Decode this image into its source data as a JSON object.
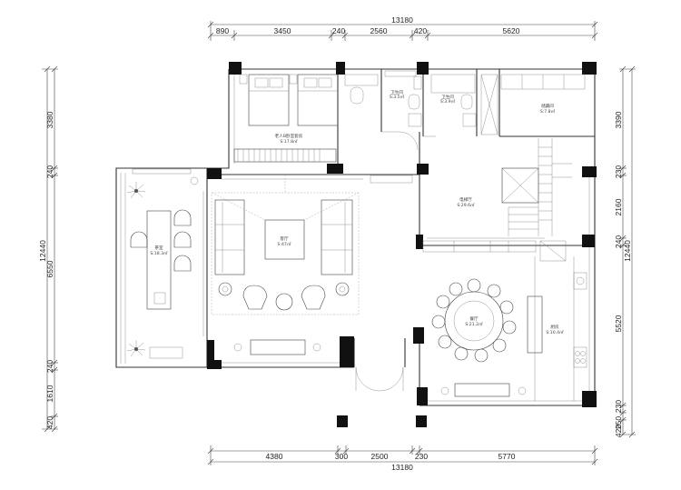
{
  "dimensions": {
    "top_total": "13180",
    "top": [
      "890",
      "3450",
      "240",
      "2560",
      "420",
      "5620"
    ],
    "bottom_total": "13180",
    "bottom": [
      "4380",
      "300",
      "2500",
      "230",
      "5770"
    ],
    "left_total": "12440",
    "left": [
      "3380",
      "240",
      "6550",
      "240",
      "1610",
      "420"
    ],
    "right_total": "12440",
    "right": [
      "3390",
      "230",
      "2160",
      "240",
      "5520",
      "230",
      "250",
      "420"
    ]
  },
  "rooms": {
    "elder_bedroom": [
      "老人B卧室套房",
      "S:17.8㎡"
    ],
    "bath1": [
      "卫生间",
      "S:3.5㎡"
    ],
    "bath2": [
      "卫生间",
      "S:3.9㎡"
    ],
    "storage": [
      "储藏间",
      "S:7.8㎡"
    ],
    "elevator_hall": [
      "电梯厅",
      "S:29.6㎡"
    ],
    "living": [
      "客厅",
      "S:47㎡"
    ],
    "tea": [
      "茶室",
      "S:18.3㎡"
    ],
    "dining": [
      "餐厅",
      "S:21.2㎡"
    ],
    "kitchen": [
      "厨房",
      "S:10.4㎡"
    ]
  }
}
